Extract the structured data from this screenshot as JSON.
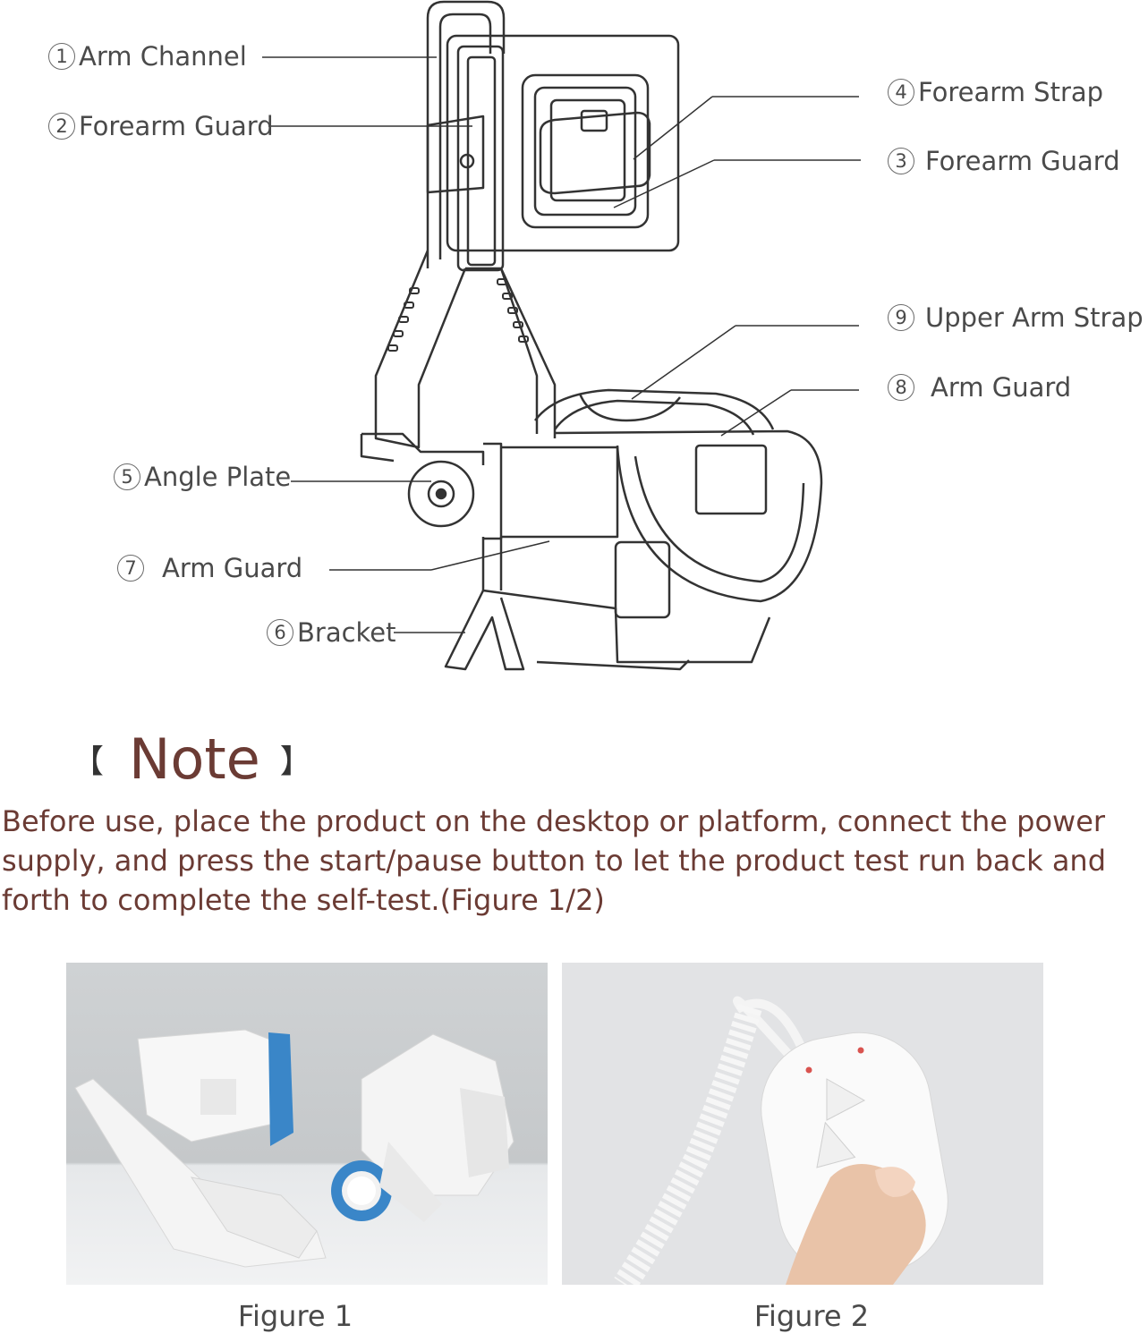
{
  "callouts": [
    {
      "num": "1",
      "label": "Arm Channel"
    },
    {
      "num": "2",
      "label": "Forearm Guard"
    },
    {
      "num": "4",
      "label": "Forearm Strap"
    },
    {
      "num": "3",
      "label": "Forearm Guard"
    },
    {
      "num": "9",
      "label": "Upper Arm Strap"
    },
    {
      "num": "8",
      "label": "Arm Guard"
    },
    {
      "num": "5",
      "label": "Angle Plate"
    },
    {
      "num": "7",
      "label": "Arm Guard"
    },
    {
      "num": "6",
      "label": "Bracket"
    }
  ],
  "note": {
    "bracket_open": "【",
    "title": "Note",
    "bracket_close": "】",
    "text": "Before use, place the product on the desktop or platform, connect the power supply, and press the start/pause button to let the product test run back and forth to complete the self-test.(Figure 1/2)"
  },
  "figures": [
    {
      "caption": "Figure 1"
    },
    {
      "caption": "Figure 2"
    }
  ],
  "colors": {
    "note_accent": "#6b3b34",
    "device_blue": "#3a86c8",
    "indicator_red": "#d9534f"
  }
}
